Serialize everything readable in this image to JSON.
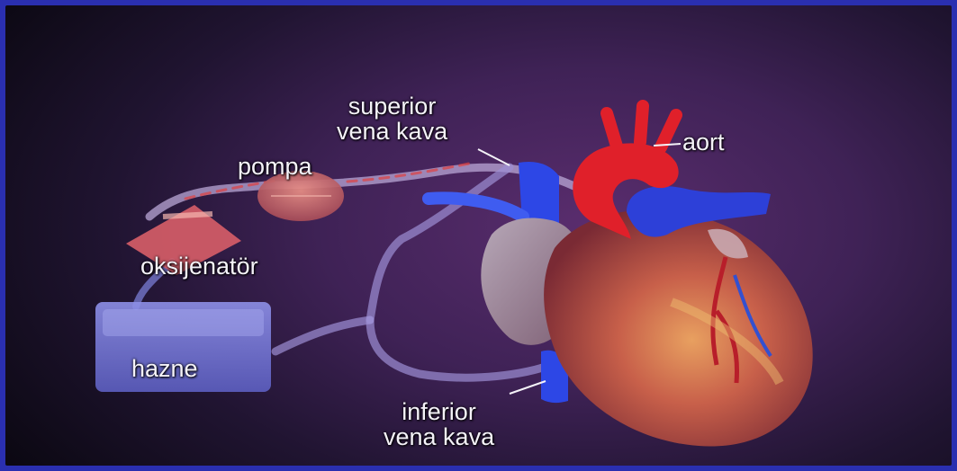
{
  "labels": {
    "superior": [
      "superior",
      "vena kava"
    ],
    "aort": "aort",
    "pompa": "pompa",
    "oksijenator": "oksijenatör",
    "hazne": "hazne",
    "inferior": [
      "inferior",
      "vena kava"
    ]
  },
  "colors": {
    "frame_border": "#2a2fb0",
    "background": "#3f2256",
    "arterial": "#e0202a",
    "venous": "#2b4be0",
    "heart_muscle": "#c0574a",
    "tube": "#b9a7d6",
    "label_text": "#f4f2f8"
  }
}
